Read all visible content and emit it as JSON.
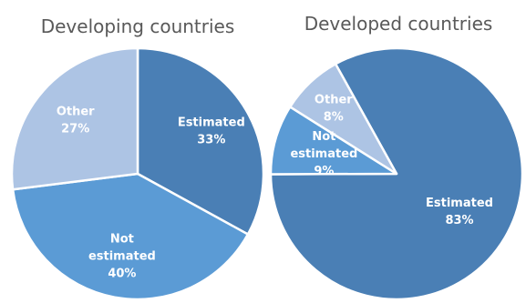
{
  "chart_data": [
    {
      "type": "pie",
      "title": "Developing countries",
      "slices": [
        {
          "label": [
            "Estimated"
          ],
          "percent_text": "33%",
          "value": 33,
          "color": "#4a7fb5"
        },
        {
          "label": [
            "Not",
            "estimated"
          ],
          "percent_text": "40%",
          "value": 40,
          "color": "#5b9bd5"
        },
        {
          "label": [
            "Other"
          ],
          "percent_text": "27%",
          "value": 27,
          "color": "#adc4e4"
        }
      ]
    },
    {
      "type": "pie",
      "title": "Developed countries",
      "slices": [
        {
          "label": [
            "Estimated"
          ],
          "percent_text": "83%",
          "value": 83,
          "color": "#4a7fb5"
        },
        {
          "label": [
            "Not",
            "estimated"
          ],
          "percent_text": "9%",
          "value": 9,
          "color": "#5b9bd5"
        },
        {
          "label": [
            "Other"
          ],
          "percent_text": "8%",
          "value": 8,
          "color": "#adc4e4"
        }
      ]
    }
  ]
}
